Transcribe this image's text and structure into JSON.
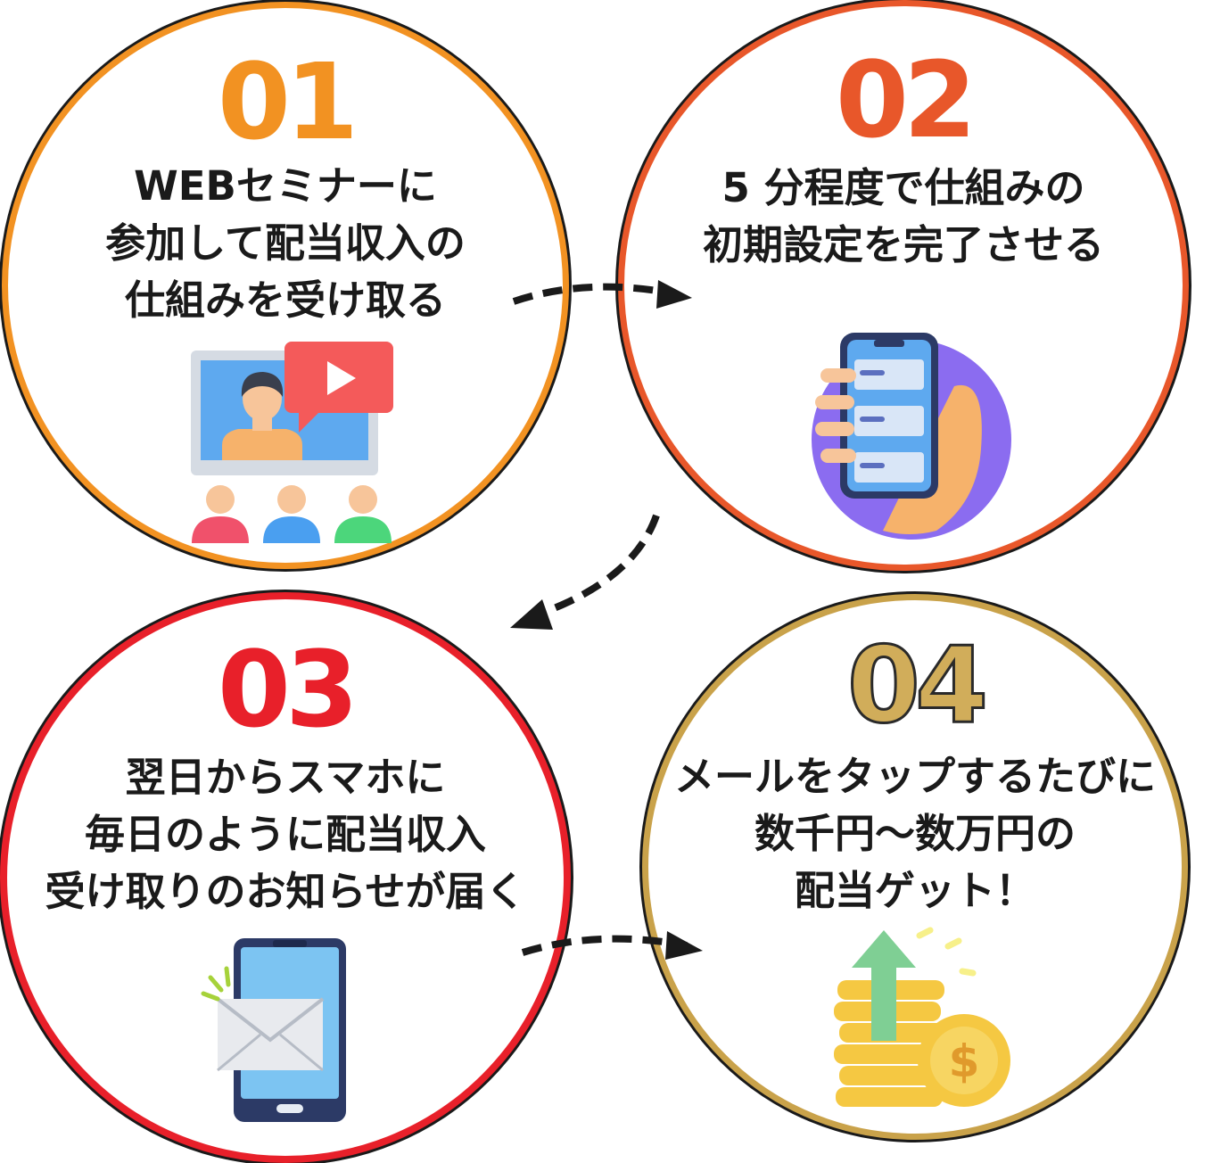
{
  "steps": [
    {
      "number": "01",
      "lines": [
        "WEBセミナーに",
        "参加して配当収入の",
        "仕組みを受け取る"
      ],
      "color": "#f29222",
      "icon": "webinar-icon"
    },
    {
      "number": "02",
      "lines": [
        "5 分程度で仕組みの",
        "初期設定を完了させる"
      ],
      "color": "#e8572a",
      "icon": "smartphone-in-hand-icon"
    },
    {
      "number": "03",
      "lines": [
        "翌日からスマホに",
        "毎日のように配当収入",
        "受け取りのお知らせが届く"
      ],
      "color": "#e8202a",
      "icon": "mail-notification-icon"
    },
    {
      "number": "04",
      "lines": [
        "メールをタップするたびに",
        "数千円〜数万円の",
        "配当ゲット！"
      ],
      "color": "#c9a24a",
      "icon": "coins-arrow-up-icon"
    }
  ]
}
